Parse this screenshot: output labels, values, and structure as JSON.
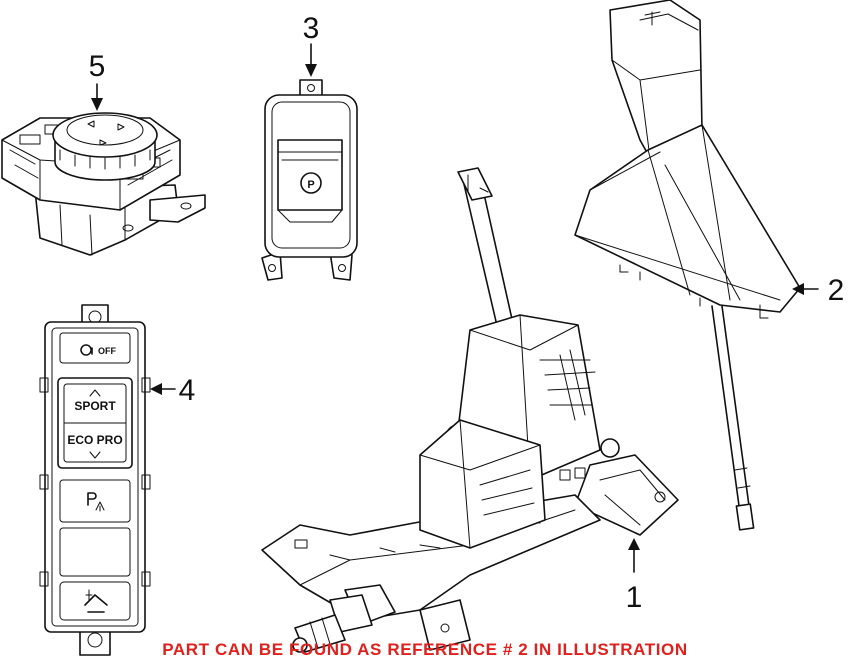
{
  "callouts": {
    "part1": "1",
    "part2": "2",
    "part3": "3",
    "part4": "4",
    "part5": "5"
  },
  "switch_panel": {
    "off_label": "OFF",
    "sport_label": "SPORT",
    "eco_pro_label": "ECO PRO"
  },
  "parking_brake_symbol": "P",
  "caption": "PART CAN BE FOUND AS REFERENCE # 2 IN ILLUSTRATION",
  "colors": {
    "caption": "#e0201c",
    "line": "#111111",
    "background": "#ffffff"
  }
}
